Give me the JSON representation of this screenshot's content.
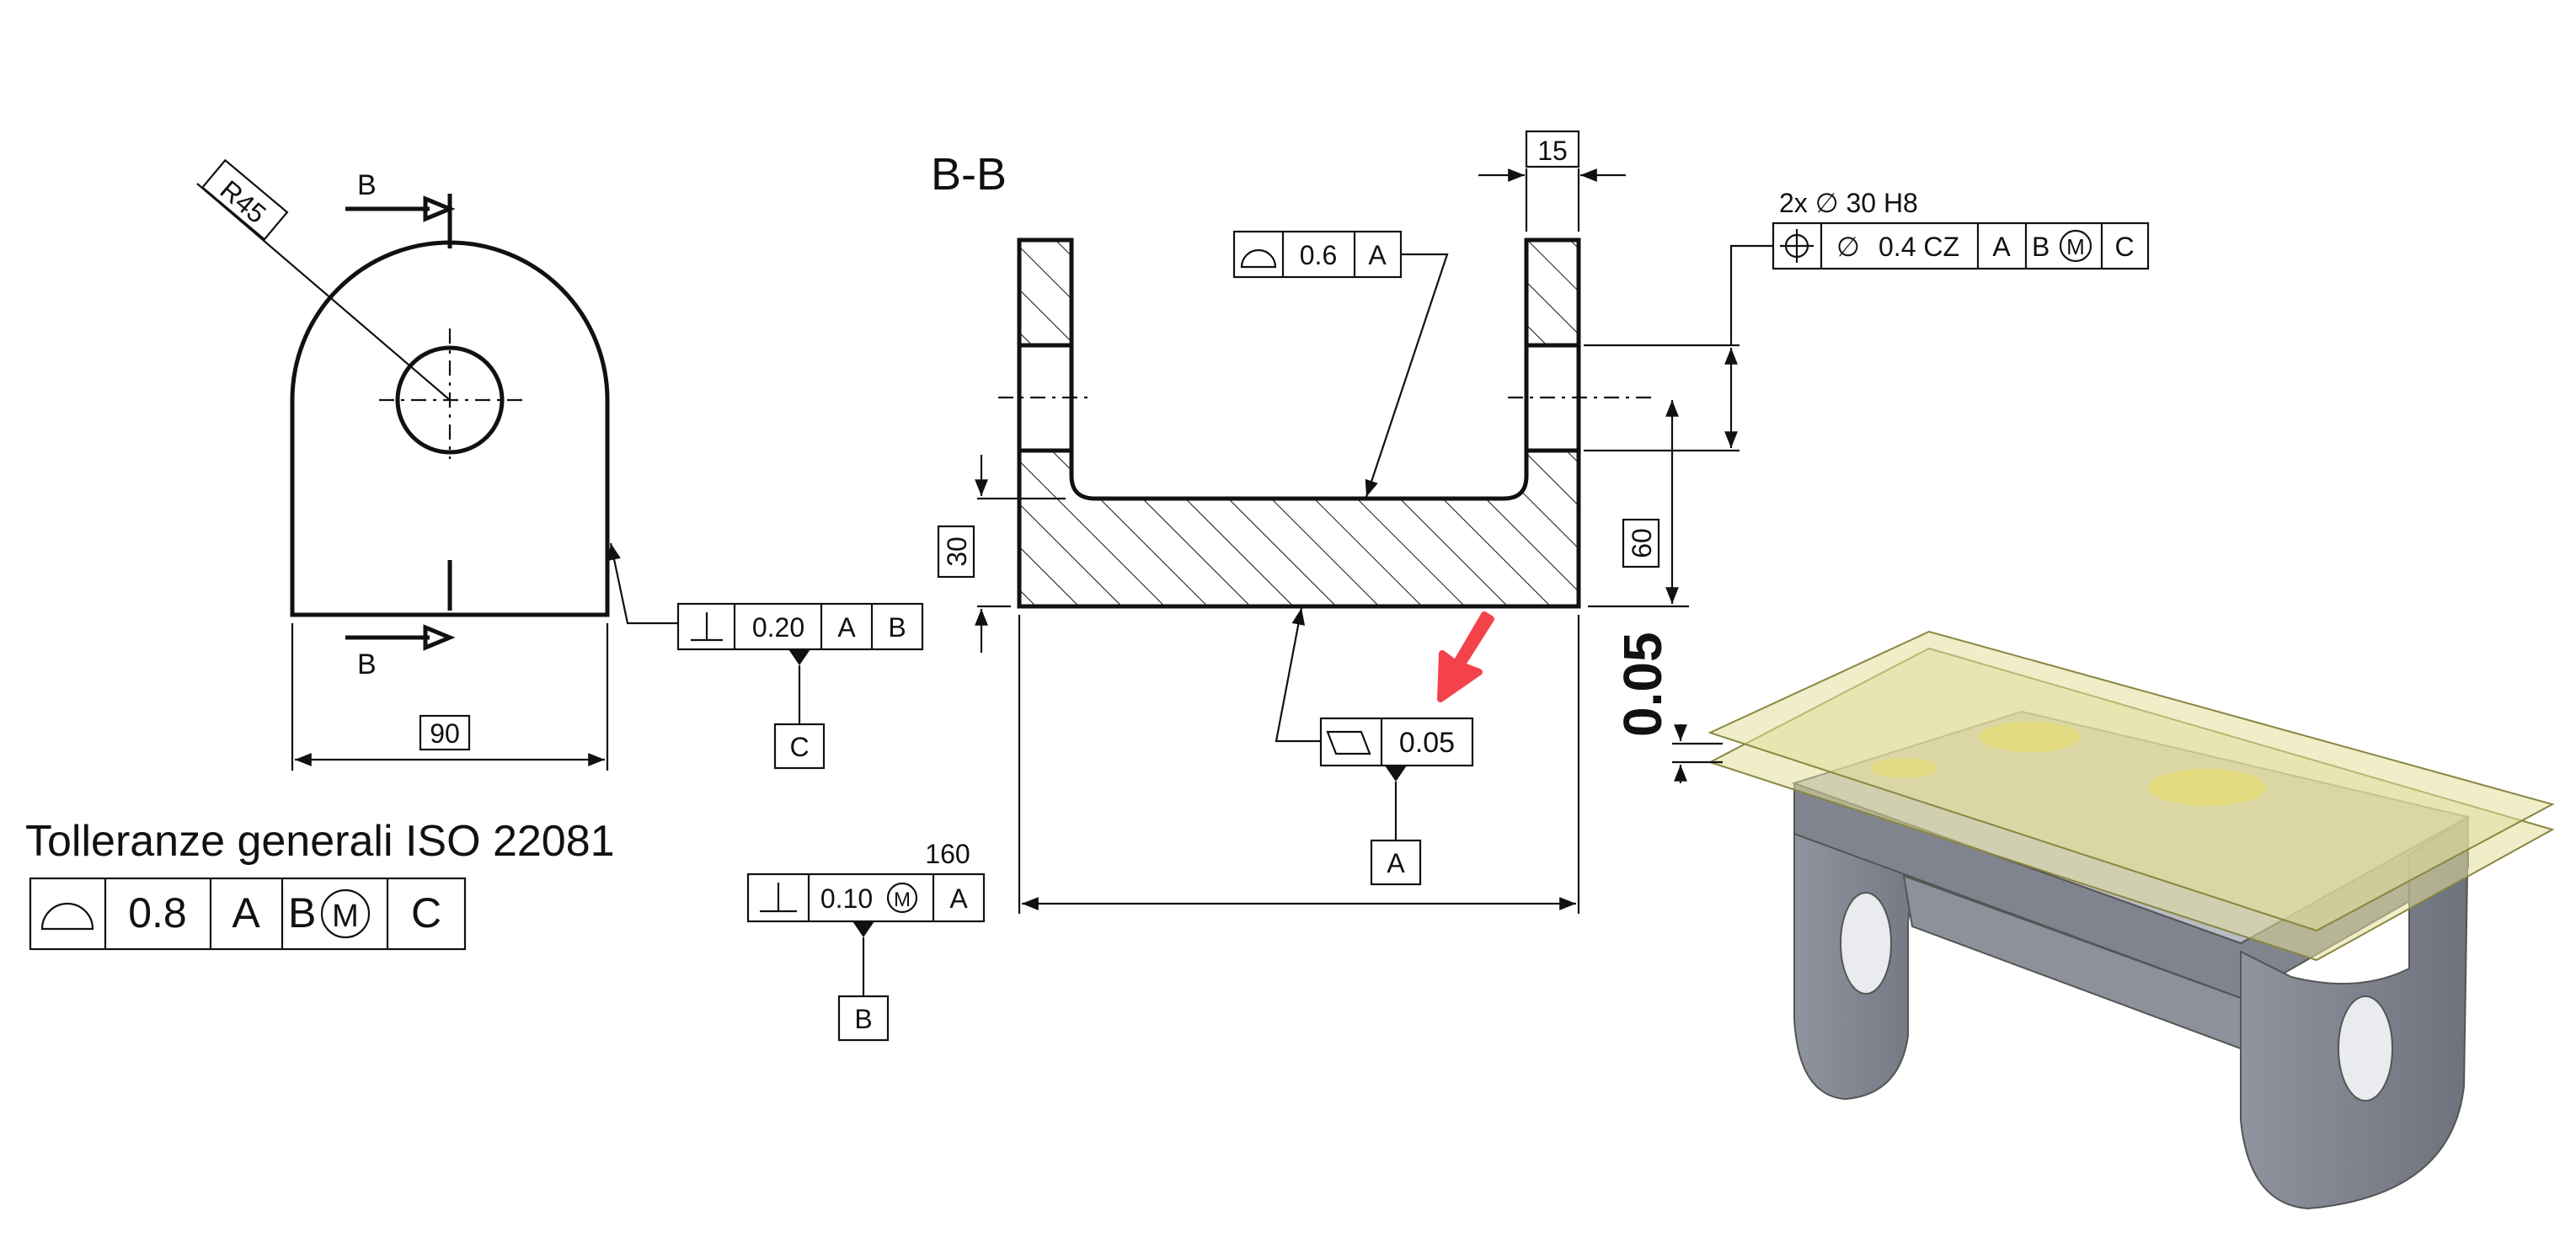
{
  "front_view": {
    "radius": "R45",
    "section_mark_top": "B",
    "section_mark_bottom": "B",
    "width_dim": "90",
    "perp_fcf": {
      "tolerance": "0.20",
      "datum1": "A",
      "datum2": "B",
      "datum_label": "C"
    }
  },
  "general_tolerance": {
    "label": "Tolleranze generali ISO 22081",
    "tolerance": "0.8",
    "datum1": "A",
    "datum2": "B",
    "modifier": "M",
    "datum3": "C"
  },
  "section_view": {
    "title": "B-B",
    "slot_dim": "15",
    "profile_fcf": {
      "tolerance": "0.6",
      "datum": "A"
    },
    "hole_callout": "2x ∅ 30 H8",
    "position_fcf": {
      "diameter": "∅",
      "tolerance": "0.4 CZ",
      "datum1": "A",
      "datum2": "B",
      "modifier": "M",
      "datum3": "C"
    },
    "height_dim": "30",
    "hole_height_dim": "60",
    "flatness_fcf": {
      "tolerance": "0.05",
      "datum_label": "A"
    },
    "length_dim": "160",
    "perp_fcf": {
      "tolerance": "0.10",
      "modifier": "M",
      "datum": "A",
      "datum_label": "B"
    }
  },
  "model_3d": {
    "flatness_zone_label": "0.05"
  },
  "colors": {
    "arrow": "#f4424b",
    "tolerance_plane": "#e3df9c",
    "part": "#9ea3ad"
  }
}
